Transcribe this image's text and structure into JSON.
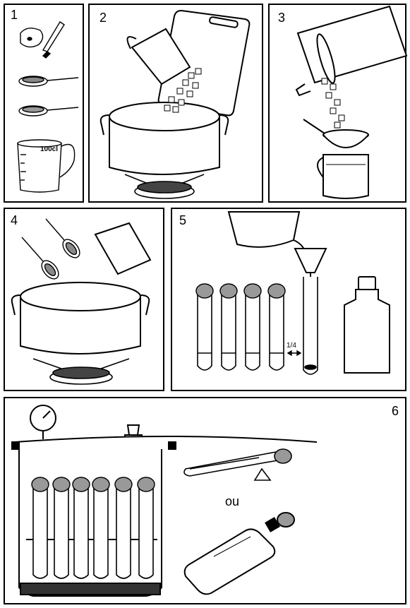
{
  "panels": [
    {
      "number": "1"
    },
    {
      "number": "2"
    },
    {
      "number": "3"
    },
    {
      "number": "4"
    },
    {
      "number": "5"
    },
    {
      "number": "6"
    }
  ],
  "beaker_label": "100cl",
  "fraction_label": "1/4",
  "or_label": "ou"
}
